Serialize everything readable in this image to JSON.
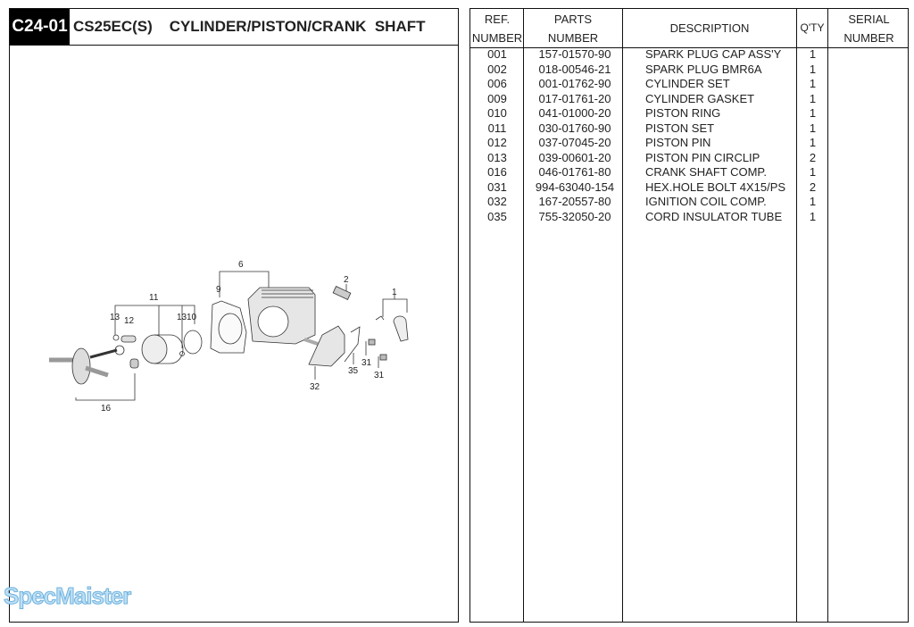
{
  "header": {
    "code": "C24-01",
    "title": "CS25EC(S)    CYLINDER/PISTON/CRANK  SHAFT"
  },
  "table": {
    "columns": [
      [
        "REF.",
        "NUMBER"
      ],
      [
        "PARTS",
        "NUMBER"
      ],
      [
        "DESCRIPTION"
      ],
      [
        "Q'TY"
      ],
      [
        "SERIAL",
        "NUMBER"
      ]
    ],
    "rows": [
      {
        "ref": "001",
        "part": "157-01570-90",
        "desc": "SPARK PLUG CAP ASS'Y",
        "qty": "1"
      },
      {
        "ref": "002",
        "part": "018-00546-21",
        "desc": "SPARK PLUG BMR6A",
        "qty": "1"
      },
      {
        "ref": "006",
        "part": "001-01762-90",
        "desc": "CYLINDER SET",
        "qty": "1"
      },
      {
        "ref": "009",
        "part": "017-01761-20",
        "desc": "CYLINDER GASKET",
        "qty": "1"
      },
      {
        "ref": "010",
        "part": "041-01000-20",
        "desc": "PISTON RING",
        "qty": "1"
      },
      {
        "ref": "011",
        "part": "030-01760-90",
        "desc": "PISTON SET",
        "qty": "1"
      },
      {
        "ref": "012",
        "part": "037-07045-20",
        "desc": "PISTON PIN",
        "qty": "1"
      },
      {
        "ref": "013",
        "part": "039-00601-20",
        "desc": "PISTON PIN CIRCLIP",
        "qty": "2"
      },
      {
        "ref": "016",
        "part": "046-01761-80",
        "desc": "CRANK SHAFT COMP.",
        "qty": "1"
      },
      {
        "ref": "031",
        "part": "994-63040-154",
        "desc": "HEX.HOLE BOLT 4X15/PS",
        "qty": "2"
      },
      {
        "ref": "032",
        "part": "167-20557-80",
        "desc": "IGNITION COIL COMP.",
        "qty": "1"
      },
      {
        "ref": "035",
        "part": "755-32050-20",
        "desc": "CORD INSULATOR TUBE",
        "qty": "1"
      }
    ]
  },
  "diagram": {
    "callouts": {
      "c1": "1",
      "c2": "2",
      "c6": "6",
      "c9": "9",
      "c11": "11",
      "c13a": "13",
      "c12": "12",
      "c13b": "13",
      "c10": "10",
      "c16": "16",
      "c32": "32",
      "c35": "35",
      "c31a": "31",
      "c31b": "31"
    }
  },
  "watermark": "SpecMaister"
}
